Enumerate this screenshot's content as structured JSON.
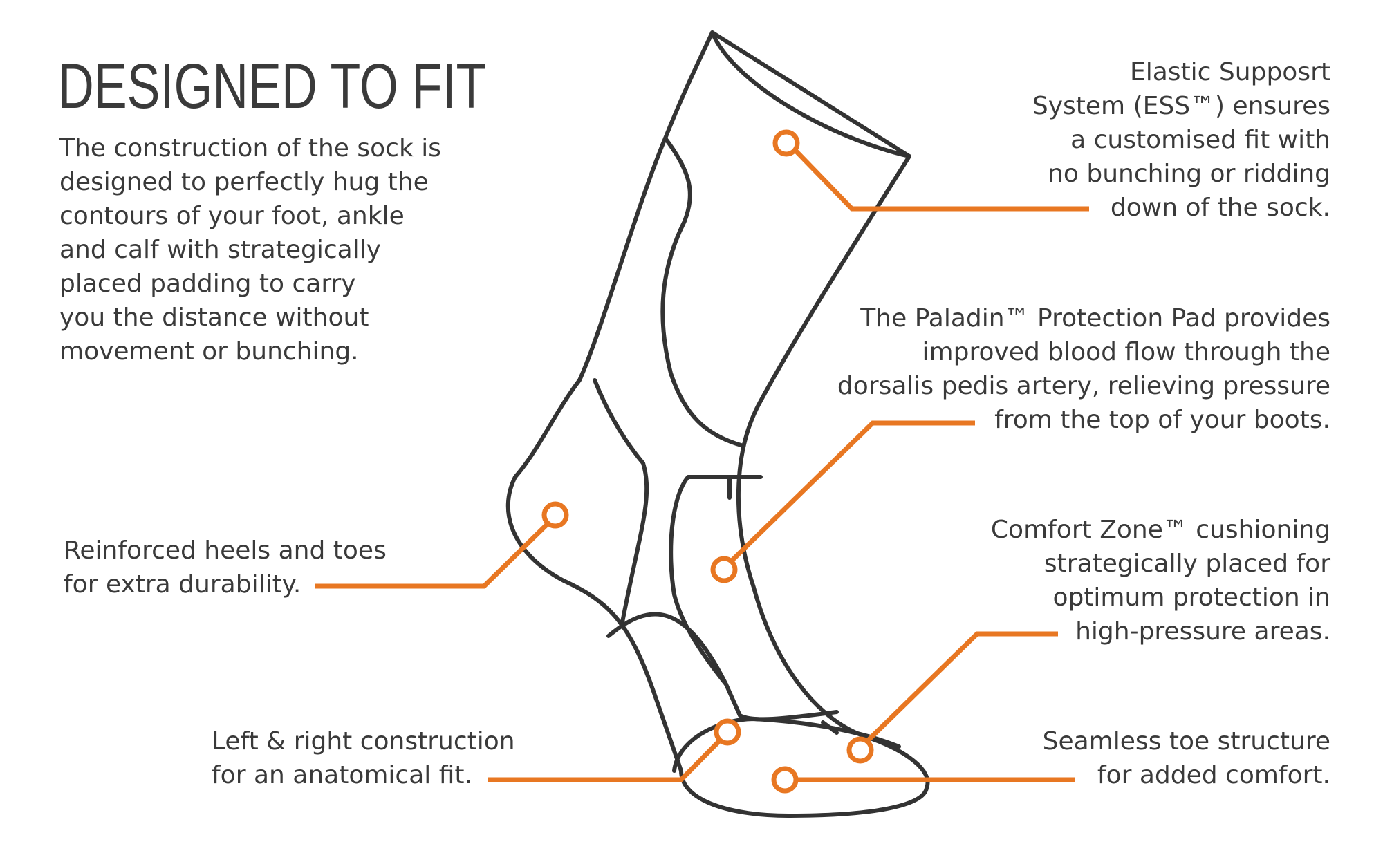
{
  "heading": "DESIGNED TO FIT",
  "intro": {
    "lines": [
      "The construction of the sock is",
      "designed to perfectly hug the",
      "contours of your foot, ankle",
      "and calf with strategically",
      "placed padding to carry",
      "you the distance without",
      "movement or bunching."
    ]
  },
  "callouts": {
    "ess": {
      "lines": [
        "Elastic Supposrt",
        "System (ESS™) ensures",
        "a customised fit with",
        "no bunching or ridding",
        "down of the sock."
      ]
    },
    "paladin": {
      "lines": [
        "The Paladin™ Protection Pad provides",
        "improved blood flow through the",
        "dorsalis pedis artery, relieving pressure",
        "from the top of your boots."
      ]
    },
    "comfort": {
      "lines": [
        "Comfort Zone™ cushioning",
        "strategically placed for",
        "optimum protection in",
        "high-pressure areas."
      ]
    },
    "seamless": {
      "lines": [
        "Seamless toe structure",
        "for added comfort."
      ]
    },
    "heel": {
      "lines": [
        "Reinforced heels and toes",
        "for extra durability."
      ]
    },
    "leftright": {
      "lines": [
        "Left & right construction",
        "for an anatomical fit."
      ]
    }
  },
  "colors": {
    "accent": "#e87722",
    "outline": "#333333",
    "text": "#3a3a3a"
  }
}
